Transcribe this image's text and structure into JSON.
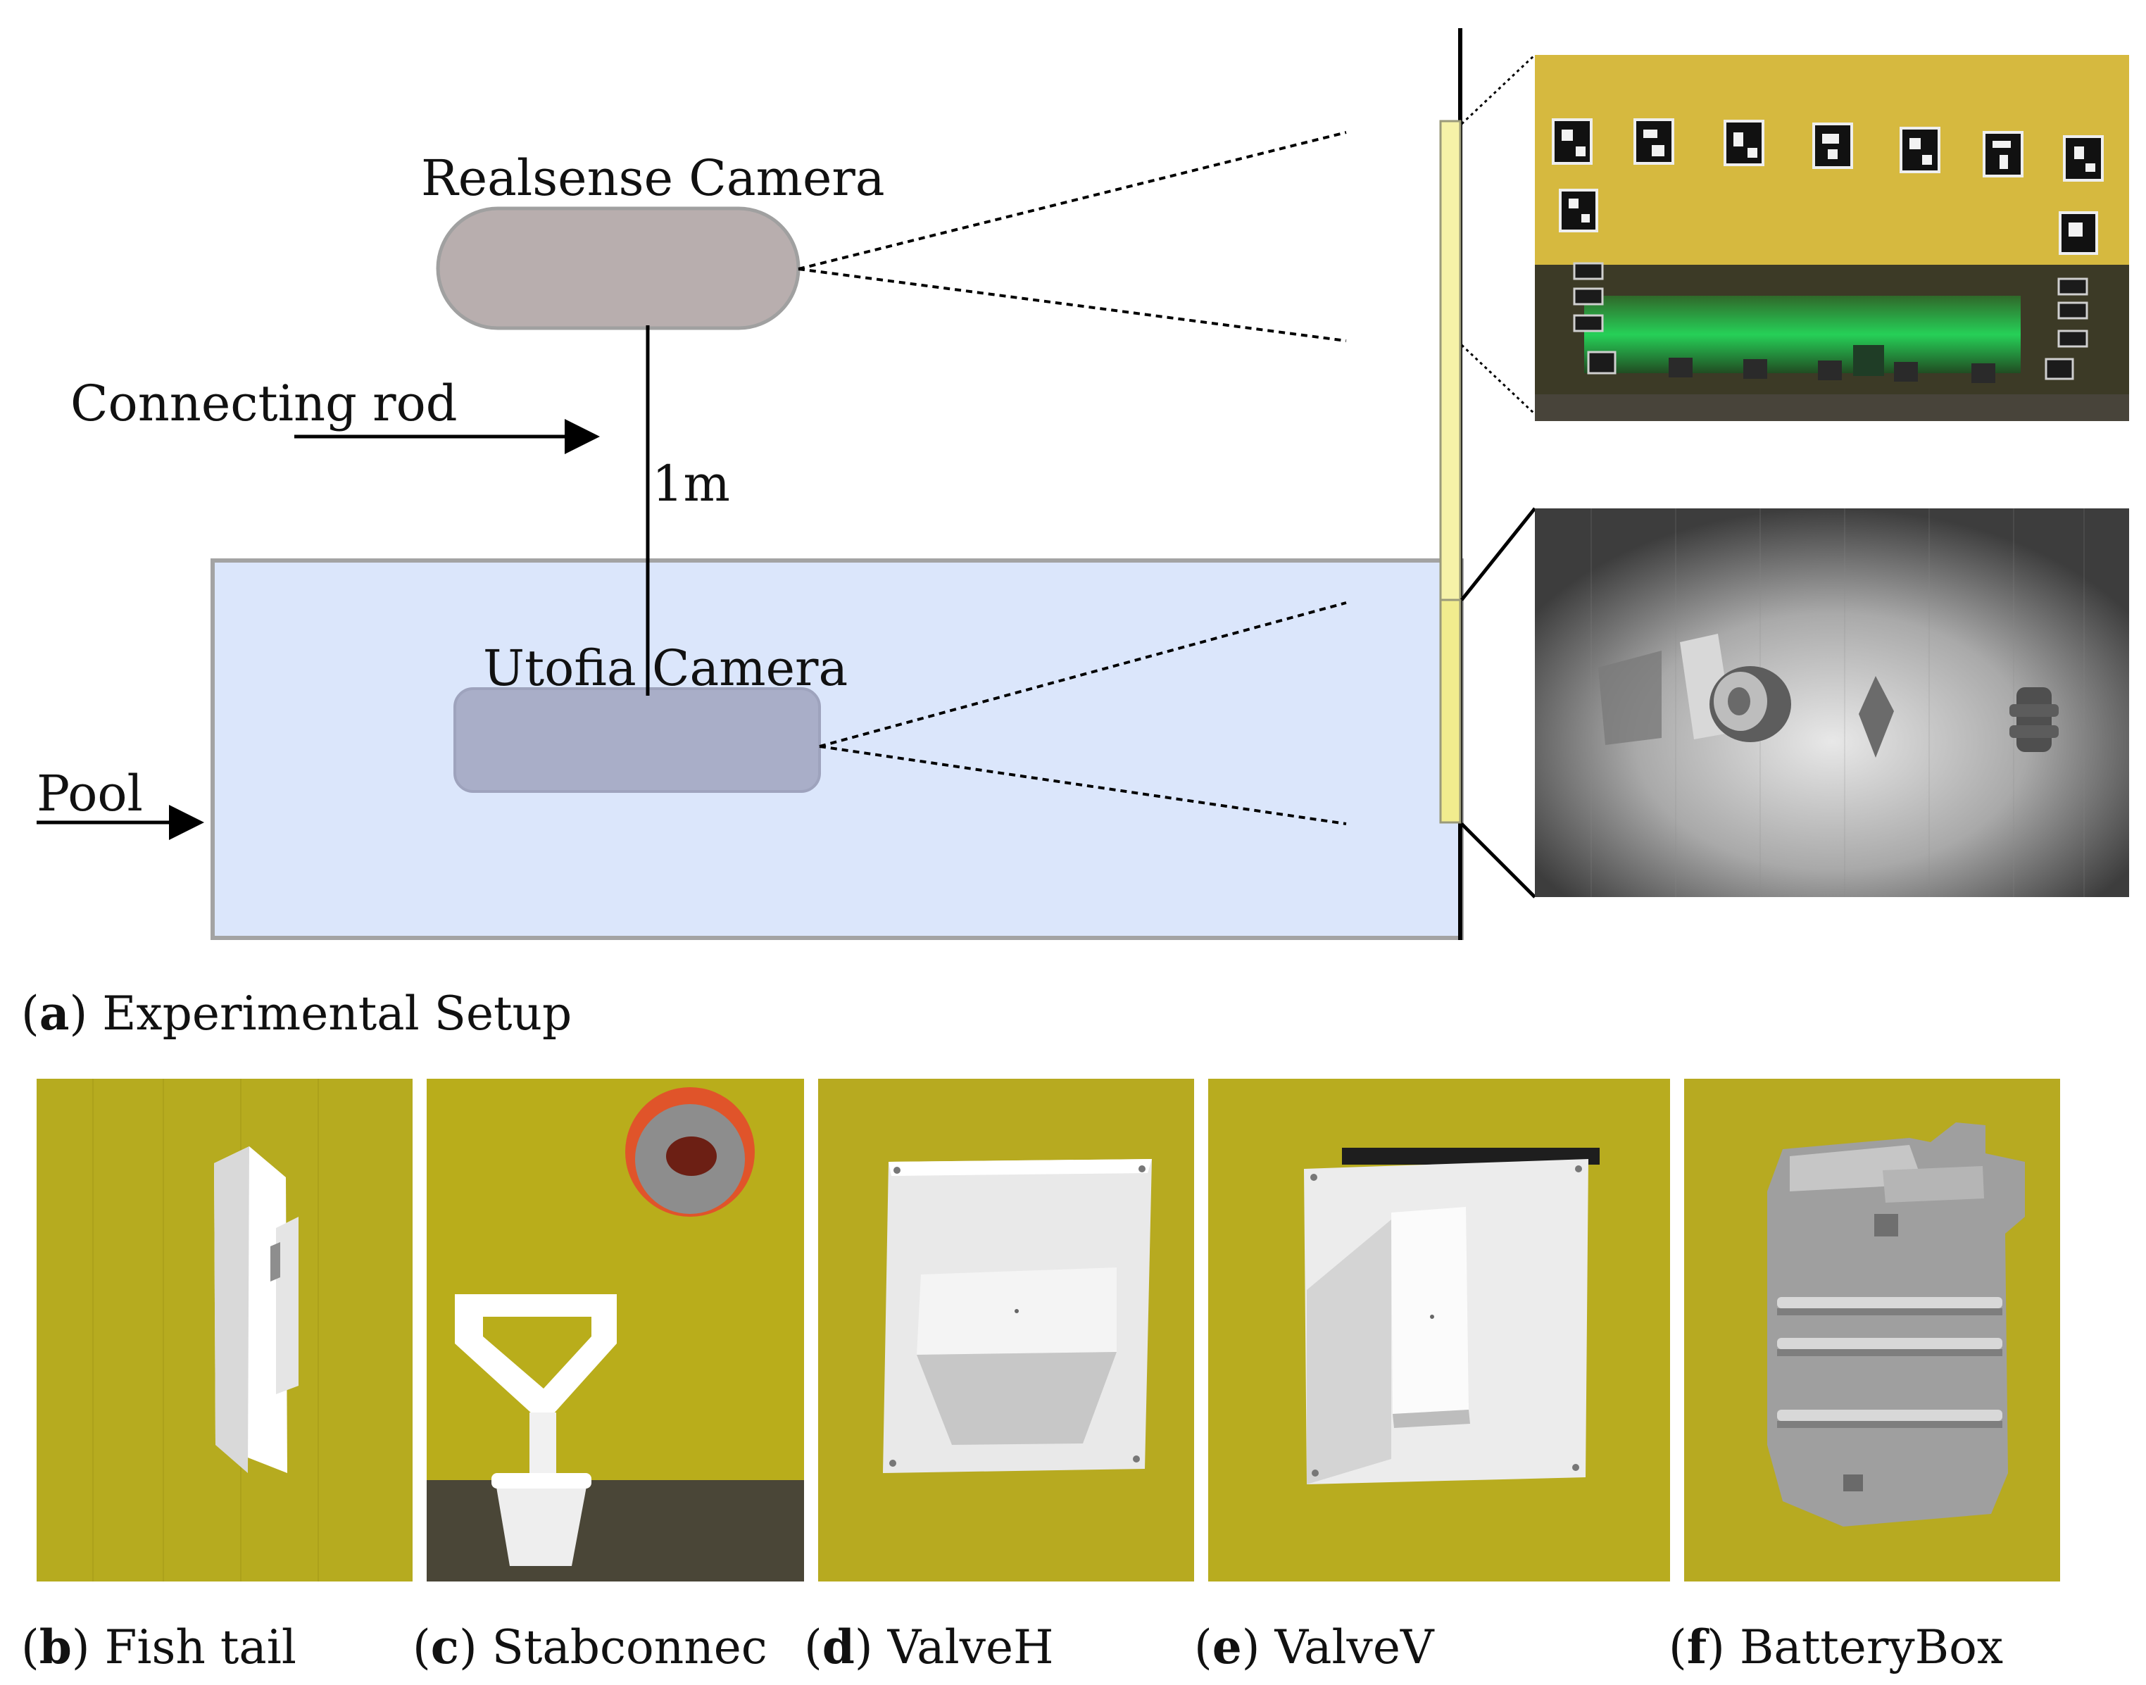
{
  "setup": {
    "realsense_label": "Realsense Camera",
    "utofia_label": "Utofia Camera",
    "rod_label": "Connecting rod",
    "distance_label": "1m",
    "pool_label": "Pool"
  },
  "captions": {
    "a": {
      "letter": "a",
      "text": "Experimental Setup"
    },
    "b": {
      "letter": "b",
      "text": "Fish tail"
    },
    "c": {
      "letter": "c",
      "text": "Stabconnec"
    },
    "d": {
      "letter": "d",
      "text": "ValveH"
    },
    "e": {
      "letter": "e",
      "text": "ValveV"
    },
    "f": {
      "letter": "f",
      "text": "BatteryBox"
    }
  },
  "colors": {
    "pool_fill": "#dbe6fb",
    "pool_border": "#a3a3a3",
    "realsense_fill": "#b8aeae",
    "utofia_fill": "#a9aec8",
    "screen_fill": "#f6f2a8",
    "photo_yellow": "#b9ad1c"
  }
}
